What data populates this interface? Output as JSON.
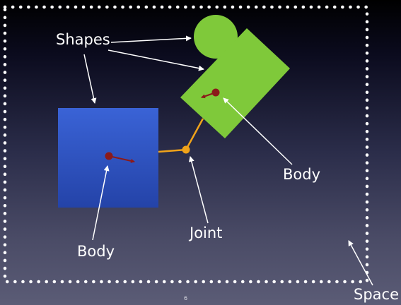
{
  "slide": {
    "labels": {
      "shapes": "Shapes",
      "body_right": "Body",
      "body_left": "Body",
      "joint": "Joint",
      "space": "Space"
    },
    "page_number": "6"
  },
  "colors": {
    "background_top": "#000000",
    "background_bottom": "#5b5c76",
    "space_border": "#ffffff",
    "blue_box": "#2f54c4",
    "green_shape": "#7fc93a",
    "body_dot": "#8b1a1a",
    "joint": "#f0a31a",
    "arrow": "#ffffff"
  }
}
